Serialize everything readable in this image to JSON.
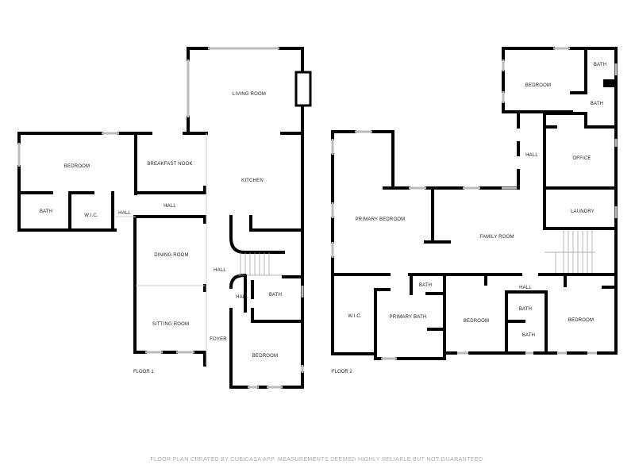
{
  "floor1": {
    "label": "FLOOR 1",
    "rooms": {
      "living_room": "LIVING ROOM",
      "bedroom_west": "BEDROOM",
      "breakfast_nook": "BREAKFAST NOOK",
      "kitchen": "KITCHEN",
      "bath_west": "BATH",
      "wic": "W.I.C.",
      "hall_west": "HALL",
      "hall_center": "HALL",
      "dining_room": "DINING ROOM",
      "hall_stairs": "HALL",
      "hall_small": "HALL",
      "bath_east": "BATH",
      "sitting_room": "SITTING ROOM",
      "foyer": "FOYER",
      "bedroom_south": "BEDROOM"
    }
  },
  "floor2": {
    "label": "FLOOR 2",
    "rooms": {
      "bedroom_north": "BEDROOM",
      "bath_ne_top": "BATH",
      "bath_ne": "BATH",
      "hall_north": "HALL",
      "office": "OFFICE",
      "primary_bedroom": "PRIMARY BEDROOM",
      "laundry": "LAUNDRY",
      "family_room": "FAMILY ROOM",
      "bath_small": "BATH",
      "hall_south": "HALL",
      "wic": "W.I.C.",
      "primary_bath": "PRIMARY BATH",
      "bedroom_sc": "BEDROOM",
      "bath_s1": "BATH",
      "bath_s2": "BATH",
      "bedroom_se": "BEDROOM"
    }
  },
  "footer": "FLOOR PLAN CREATED BY CUBICASA APP. MEASUREMENTS DEEMED HIGHLY RELIABLE BUT NOT GUARANTEED."
}
